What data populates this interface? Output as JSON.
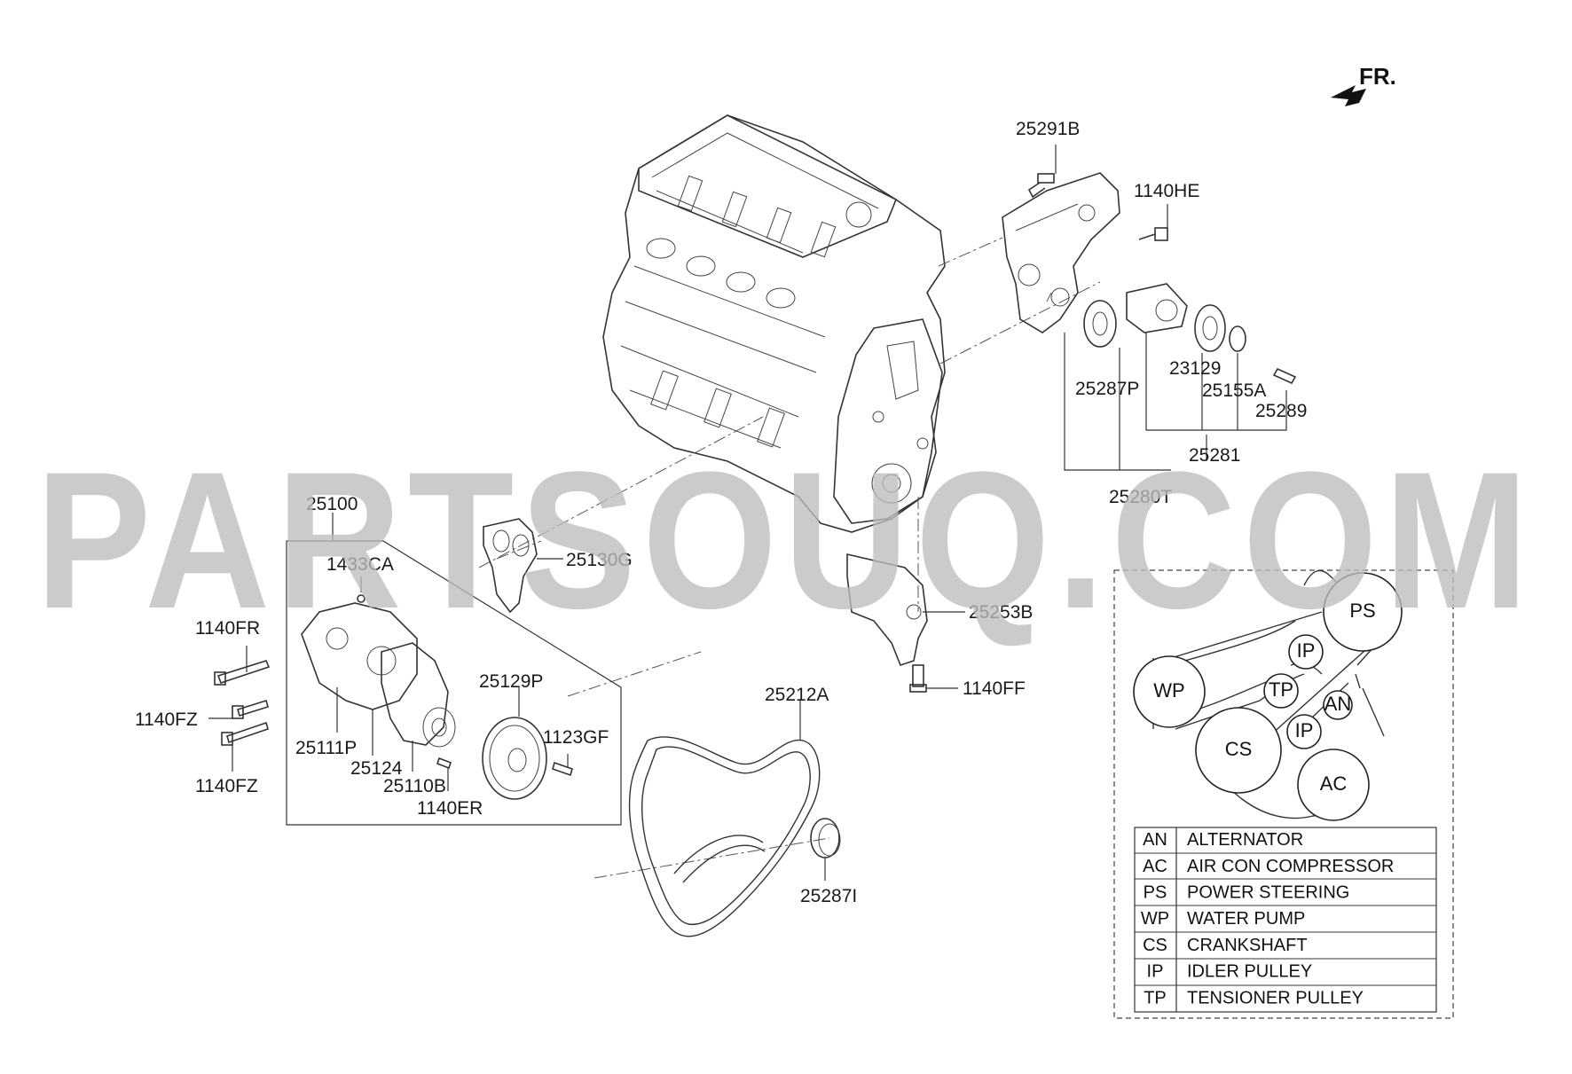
{
  "orientation_label": "FR.",
  "watermark": "PARTSOUQ.COM",
  "part_labels": {
    "p25291B": "25291B",
    "p1140HE": "1140HE",
    "p23129": "23129",
    "p25287P": "25287P",
    "p25155A": "25155A",
    "p25289": "25289",
    "p25281": "25281",
    "p25280T": "25280T",
    "p25100": "25100",
    "p1433CA": "1433CA",
    "p25130G": "25130G",
    "p25253B": "25253B",
    "p1140FR": "1140FR",
    "p1140FF": "1140FF",
    "p1140FZ_a": "1140FZ",
    "p1140FZ_b": "1140FZ",
    "p25129P": "25129P",
    "p25212A": "25212A",
    "p1123GF": "1123GF",
    "p25111P": "25111P",
    "p25124": "25124",
    "p25110B": "25110B",
    "p1140ER": "1140ER",
    "p25287I": "25287I"
  },
  "belt_routing": {
    "pulleys": {
      "ps": "PS",
      "ip1": "IP",
      "wp": "WP",
      "tp": "TP",
      "an": "AN",
      "ip2": "IP",
      "cs": "CS",
      "ac": "AC"
    }
  },
  "legend": [
    {
      "code": "AN",
      "name": "ALTERNATOR"
    },
    {
      "code": "AC",
      "name": "AIR CON COMPRESSOR"
    },
    {
      "code": "PS",
      "name": "POWER STEERING"
    },
    {
      "code": "WP",
      "name": "WATER PUMP"
    },
    {
      "code": "CS",
      "name": "CRANKSHAFT"
    },
    {
      "code": "IP",
      "name": "IDLER PULLEY"
    },
    {
      "code": "TP",
      "name": "TENSIONER PULLEY"
    }
  ]
}
